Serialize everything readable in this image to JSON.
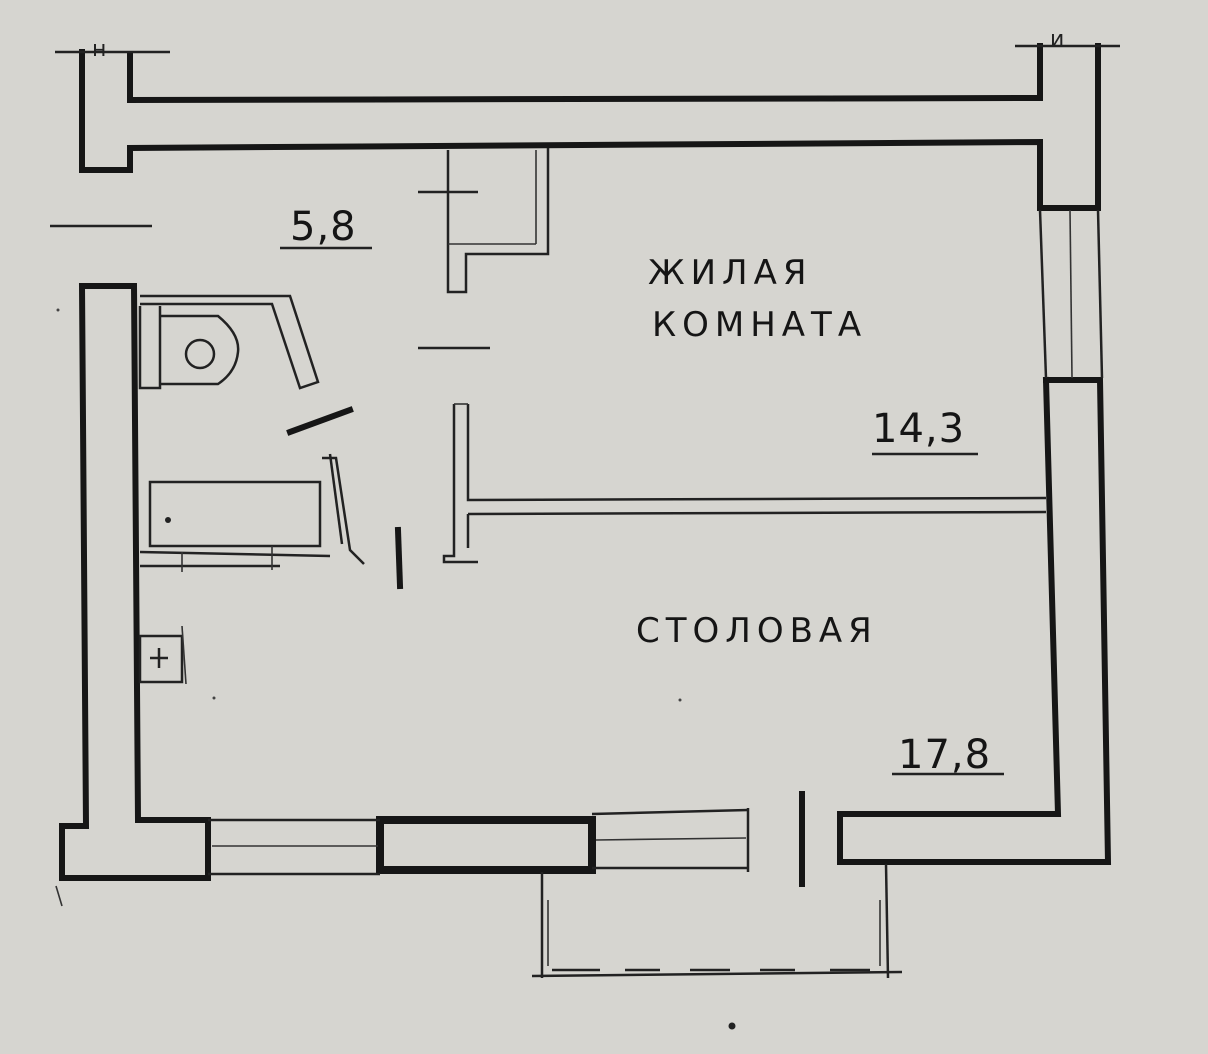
{
  "rooms": {
    "bath": {
      "area": "5,8"
    },
    "living": {
      "name_line1": "ЖИЛАЯ",
      "name_line2": "КОМНАТА",
      "area": "14,3"
    },
    "dining": {
      "name": "СТОЛОВАЯ",
      "area": "17,8"
    }
  },
  "corner_marks": {
    "top_left": "н",
    "top_right": "и"
  },
  "colors": {
    "paper": "#d6d5d0",
    "ink": "#161616"
  }
}
